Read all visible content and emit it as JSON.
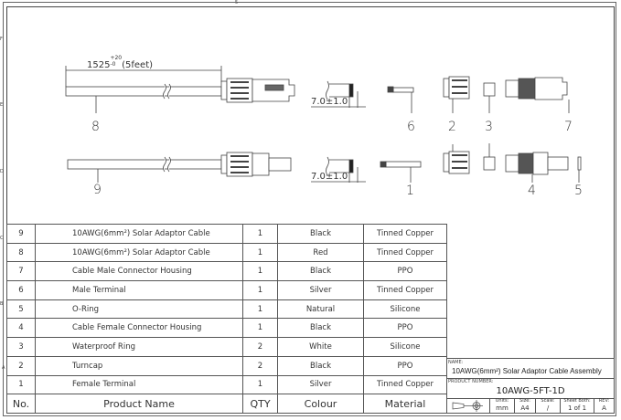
{
  "drawing": {
    "dimension_length": "1525",
    "dimension_tol_upper": "+20",
    "dimension_tol_lower": "-0",
    "dimension_note": "(5feet)",
    "strip_length_top": "7.0±1.0",
    "strip_length_bottom": "7.0±1.0",
    "callouts": [
      "8",
      "6",
      "2",
      "3",
      "7",
      "9",
      "1",
      "4",
      "5"
    ]
  },
  "border": {
    "left_zones": [
      "F",
      "E",
      "D",
      "C",
      "B",
      "A"
    ],
    "top_zone": "5"
  },
  "bom": {
    "headers": {
      "no": "No.",
      "name": "Product Name",
      "qty": "QTY",
      "colour": "Colour",
      "material": "Material"
    },
    "rows": [
      {
        "no": "9",
        "name": "10AWG(6mm²) Solar Adaptor Cable",
        "qty": "1",
        "colour": "Black",
        "material": "Tinned Copper"
      },
      {
        "no": "8",
        "name": "10AWG(6mm²) Solar Adaptor Cable",
        "qty": "1",
        "colour": "Red",
        "material": "Tinned Copper"
      },
      {
        "no": "7",
        "name": "Cable Male Connector Housing",
        "qty": "1",
        "colour": "Black",
        "material": "PPO"
      },
      {
        "no": "6",
        "name": "Male Terminal",
        "qty": "1",
        "colour": "Silver",
        "material": "Tinned Copper"
      },
      {
        "no": "5",
        "name": "O-Ring",
        "qty": "1",
        "colour": "Natural",
        "material": "Silicone"
      },
      {
        "no": "4",
        "name": "Cable Female Connector Housing",
        "qty": "1",
        "colour": "Black",
        "material": "PPO"
      },
      {
        "no": "3",
        "name": "Waterproof Ring",
        "qty": "2",
        "colour": "White",
        "material": "Silicone"
      },
      {
        "no": "2",
        "name": "Turncap",
        "qty": "2",
        "colour": "Black",
        "material": "PPO"
      },
      {
        "no": "1",
        "name": "Female Terminal",
        "qty": "1",
        "colour": "Silver",
        "material": "Tinned Copper"
      }
    ]
  },
  "title_block": {
    "name_label": "NAME:",
    "name": "10AWG(6mm²) Solar Adaptor Cable Assembly",
    "product_number_label": "PRODUCT NUMBER:",
    "product_number": "10AWG-5FT-1D",
    "units_label": "Units:",
    "units": "mm",
    "size_label": "Size:",
    "size": "A4",
    "scale_label": "Scale:",
    "scale": "/",
    "sheet_label": "Sheet Both:",
    "sheet": "1 of 1",
    "rev_label": "REV:",
    "rev": "A"
  }
}
